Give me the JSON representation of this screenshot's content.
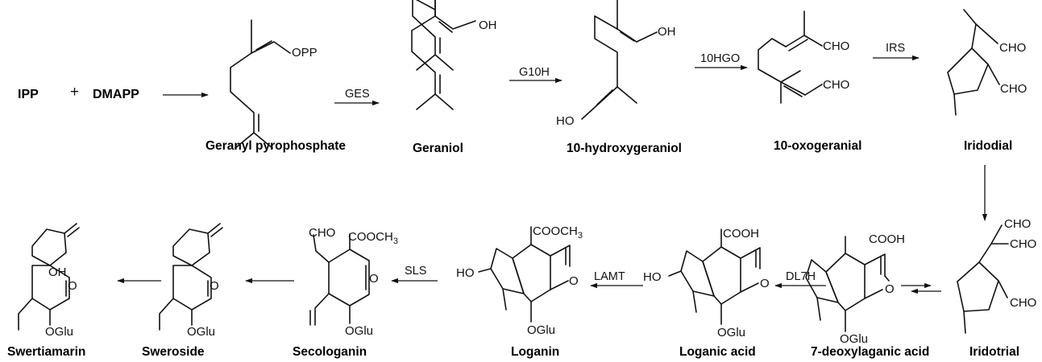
{
  "pathway": {
    "start": {
      "a": "IPP",
      "plus": "+",
      "b": "DMAPP"
    },
    "compounds": {
      "c1": "Geranyl pyrophosphate",
      "c2": "Geraniol",
      "c3": "10-hydroxygeraniol",
      "c4": "10-oxogeranial",
      "c5": "Iridodial",
      "c6": "Iridotrial",
      "c7": "7-deoxylaganic acid",
      "c8": "Loganic acid",
      "c9": "Loganin",
      "c10": "Secologanin",
      "c11": "Sweroside",
      "c12": "Swertiamarin"
    },
    "enzymes": {
      "e1": "GES",
      "e2": "G10H",
      "e3": "10HGO",
      "e4": "IRS",
      "e5": "DL7H",
      "e6": "LAMT",
      "e7": "SLS"
    },
    "groups": {
      "opp": "OPP",
      "oh": "OH",
      "ho": "HO",
      "cho": "CHO",
      "cooh": "COOH",
      "cooch3": "COOCH",
      "sub3": "3",
      "o": "O",
      "oglu": "OGlu"
    }
  }
}
